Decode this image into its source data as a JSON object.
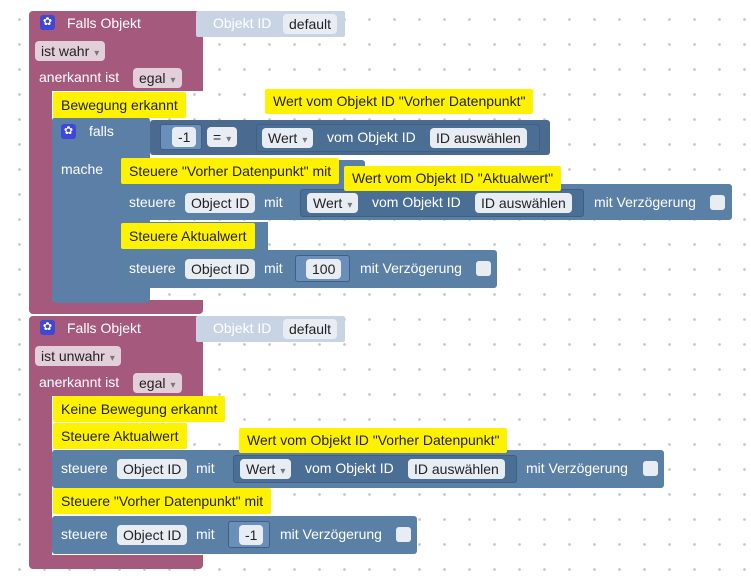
{
  "block1": {
    "title": "Falls Objekt",
    "object_id_label": "Objekt ID",
    "object_id_value": "default",
    "condition": "ist wahr",
    "ack_label": "anerkannt ist",
    "ack_value": "egal",
    "comment_main": "Bewegung erkannt",
    "comment_cond": "Wert vom Objekt ID \"Vorher Datenpunkt\"",
    "falls_label": "falls",
    "mache_label": "mache",
    "compare_left": "-1",
    "compare_op": "=",
    "wert_label": "Wert",
    "vom_label": "vom Objekt ID",
    "id_select": "ID auswählen",
    "comment_set1": "Steuere \"Vorher Datenpunkt\" mit",
    "comment_set1_val": "Wert vom Objekt ID \"Aktualwert\"",
    "steuere_label": "steuere",
    "object_id_pill": "Object ID",
    "mit_label": "mit",
    "delay_label": "mit Verzögerung",
    "comment_set2": "Steuere Aktualwert",
    "set2_value": "100"
  },
  "block2": {
    "title": "Falls Objekt",
    "object_id_label": "Objekt ID",
    "object_id_value": "default",
    "condition": "ist unwahr",
    "ack_label": "anerkannt ist",
    "ack_value": "egal",
    "comment_main": "Keine Bewegung erkannt",
    "comment_set1": "Steuere Aktualwert",
    "comment_set1_val": "Wert vom Objekt ID \"Vorher Datenpunkt\"",
    "steuere_label": "steuere",
    "object_id_pill": "Object ID",
    "mit_label": "mit",
    "wert_label": "Wert",
    "vom_label": "vom Objekt ID",
    "id_select": "ID auswählen",
    "delay_label": "mit Verzögerung",
    "comment_set2": "Steuere \"Vorher Datenpunkt\" mit",
    "set2_value": "-1"
  },
  "colors": {
    "trigger": "#a5597c",
    "control": "#5b7fa6",
    "comment": "#fff200",
    "gear": "#3e47d6"
  },
  "icons": [
    "gear-icon",
    "dropdown-arrow-icon",
    "checkbox-icon"
  ]
}
